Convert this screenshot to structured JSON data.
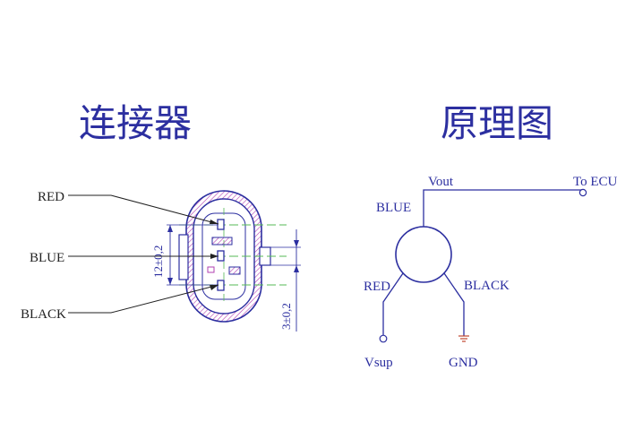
{
  "titles": {
    "connector": "连接器",
    "schematic": "原理图"
  },
  "connector": {
    "pin_labels": [
      "RED",
      "BLUE",
      "BLACK"
    ],
    "dimension_vertical": "12±0,2",
    "dimension_offset": "3±0,2"
  },
  "schematic": {
    "vout": "Vout",
    "to_ecu": "To ECU",
    "blue": "BLUE",
    "red": "RED",
    "black": "BLACK",
    "vsup": "Vsup",
    "gnd": "GND"
  },
  "colors": {
    "line": "#2c2fa0",
    "hatch": "#b03fb0",
    "center": "#55b855",
    "leader": "#222222"
  }
}
